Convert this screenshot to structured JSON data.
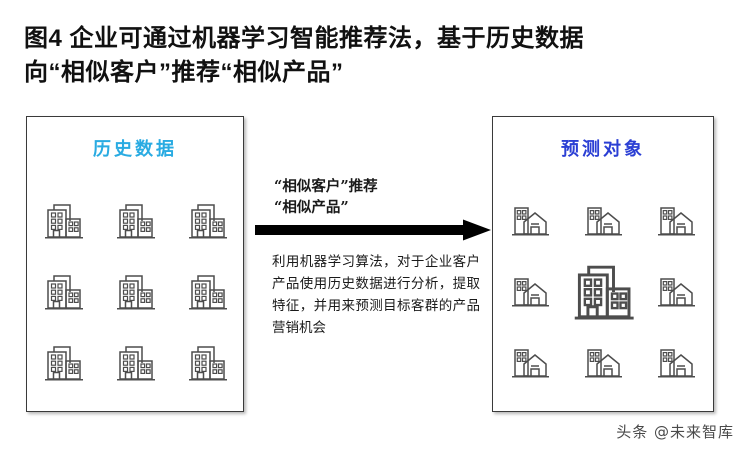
{
  "title": "图4  企业可通过机器学习智能推荐法，基于历史数据\n向“相似客户”推荐“相似产品”",
  "panels": {
    "history": {
      "heading": "历史数据",
      "icon_name": "office-building-icon",
      "icon_count": 9
    },
    "target": {
      "heading": "预测对象",
      "icon_name": "house-building-icon",
      "icon_count": 9,
      "highlight_index": 4,
      "highlight_icon_name": "office-building-highlight-icon"
    }
  },
  "flow": {
    "arrow_name": "right-arrow-icon",
    "label": "“相似客户”推荐\n“相似产品”",
    "description": "利用机器学习算法，对于企业客户产品使用历史数据进行分析，提取特征，并用来预测目标客群的产品营销机会"
  },
  "watermark": "头条 @未来智库",
  "colors": {
    "history_heading": "#29ABE2",
    "target_heading": "#2B3FD4",
    "arrow": "#000000",
    "panel_border": "#3A3A3A",
    "icon_stroke": "#4D4D4D",
    "background": "#FFFFFF"
  }
}
